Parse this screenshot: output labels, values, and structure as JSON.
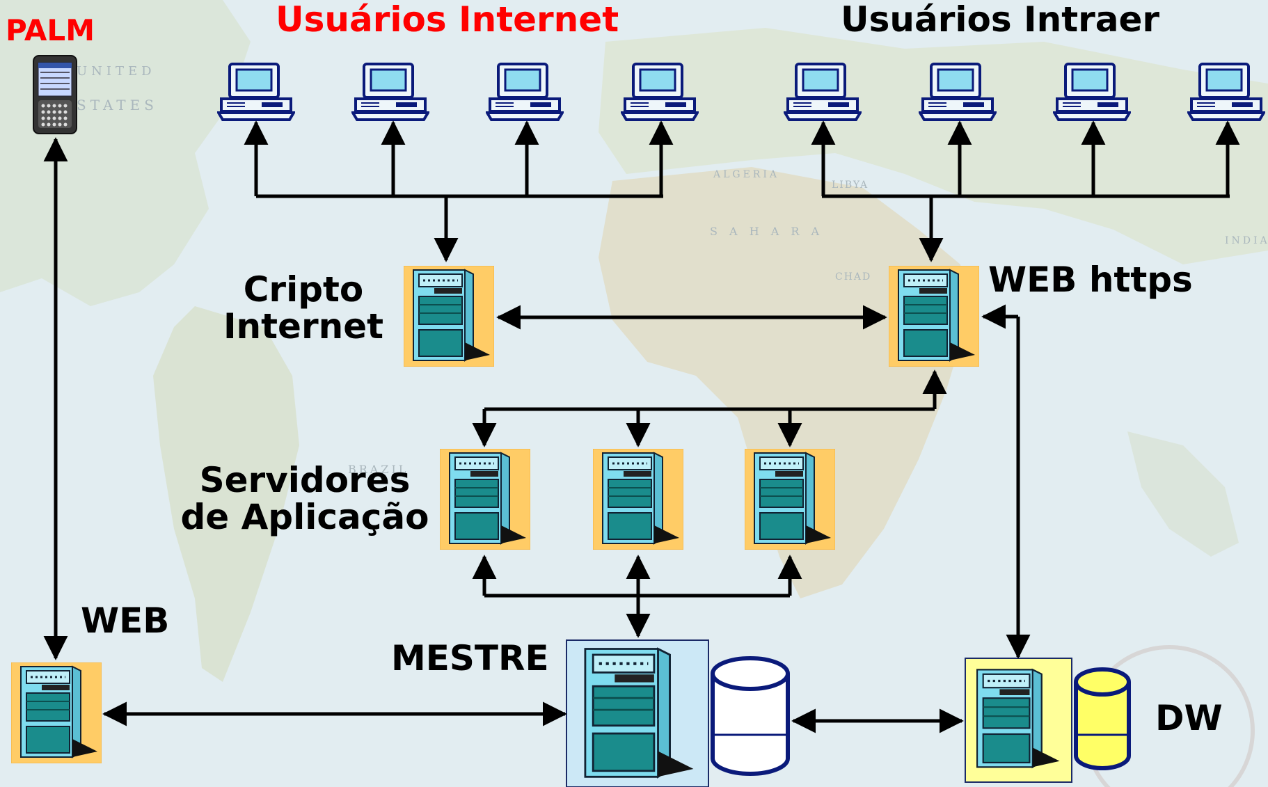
{
  "labels": {
    "palm": "PALM",
    "internet_users": "Usuários Internet",
    "intraer_users": "Usuários Intraer",
    "cripto_line1": "Cripto",
    "cripto_line2": "Internet",
    "web_https": "WEB https",
    "app_line1": "Servidores",
    "app_line2": "de Aplicação",
    "web": "WEB",
    "mestre": "MESTRE",
    "dw": "DW"
  },
  "background_map_labels": [
    "UNITED",
    "STATES",
    "ALGERIA",
    "BRAZIL",
    "S A H A R A",
    "CHAD",
    "LIBYA",
    "INDIA"
  ],
  "colors": {
    "label_red": "#ff0000",
    "label_black": "#000000",
    "server_backdrop": "#ffcc66",
    "mestre_backdrop": "#cce8f6",
    "dw_backdrop": "#ffff99",
    "server_body": "#7fdcef",
    "server_panel": "#1a8c8c",
    "pc_outline": "#0a1a7a",
    "pc_screen": "#8fdcf0",
    "database_blue_outline": "#0a1a7a",
    "database_yellow": "#ffff66",
    "connector": "#000000"
  },
  "icons": {
    "workstation": "desktop-pc-icon",
    "server": "tower-server-icon",
    "database": "database-cylinder-icon",
    "palm": "palm-device-icon"
  }
}
